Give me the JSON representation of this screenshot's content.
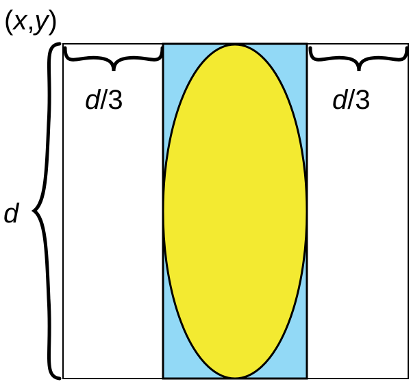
{
  "labels": {
    "coordinate": {
      "open": "(",
      "x": "x",
      "comma": ",",
      "y": "y",
      "close": ")"
    },
    "left_third": {
      "var": "d",
      "suffix": "/3"
    },
    "right_third": {
      "var": "d",
      "suffix": "/3"
    },
    "height": {
      "var": "d"
    }
  },
  "colors": {
    "stroke": "#000000",
    "outer_fill": "#ffffff",
    "middle_fill": "#92d9f6",
    "ellipse_fill": "#f3ea31"
  }
}
